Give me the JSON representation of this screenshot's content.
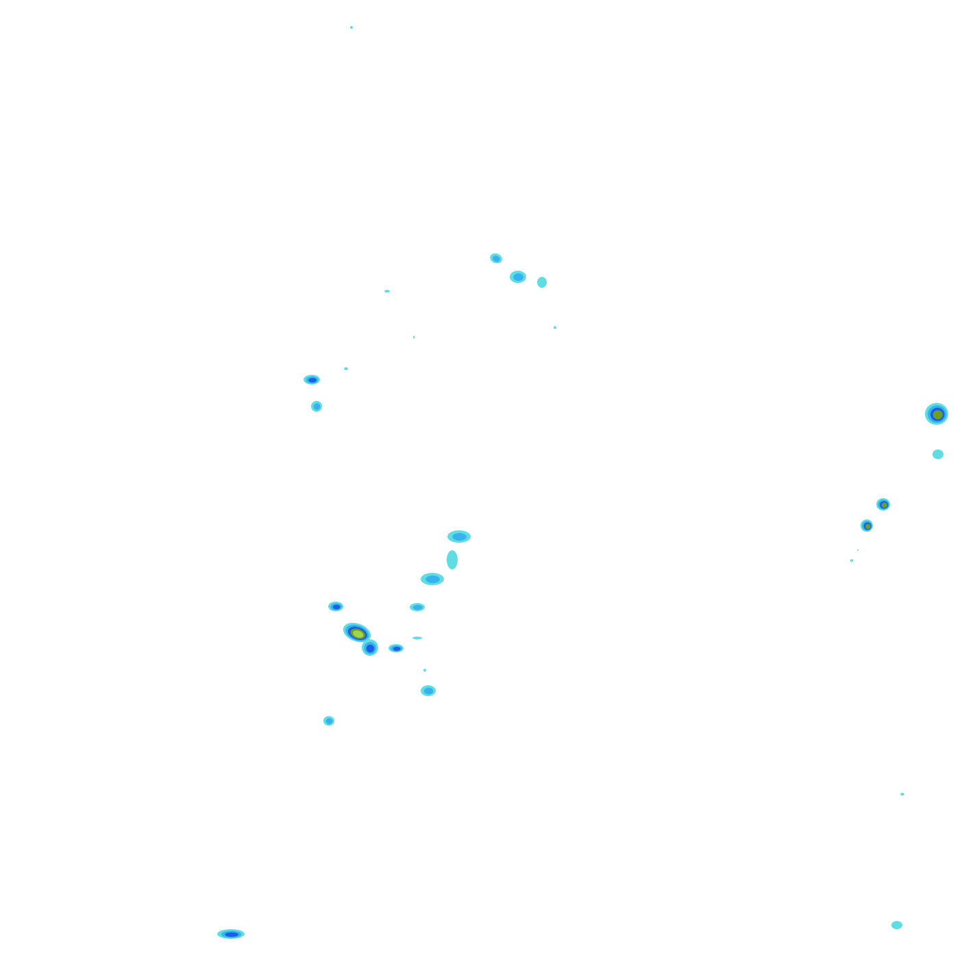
{
  "map": {
    "type": "filled-contour-intensity-map",
    "background": "#ffffff",
    "palette": {
      "level1": "#5fdde3",
      "level2": "#36b3ef",
      "level3": "#1a5fe6",
      "level4": "#6aa02a",
      "level5": "#9fd64a"
    },
    "blob_count": 41,
    "max_intensity_level": 5
  }
}
